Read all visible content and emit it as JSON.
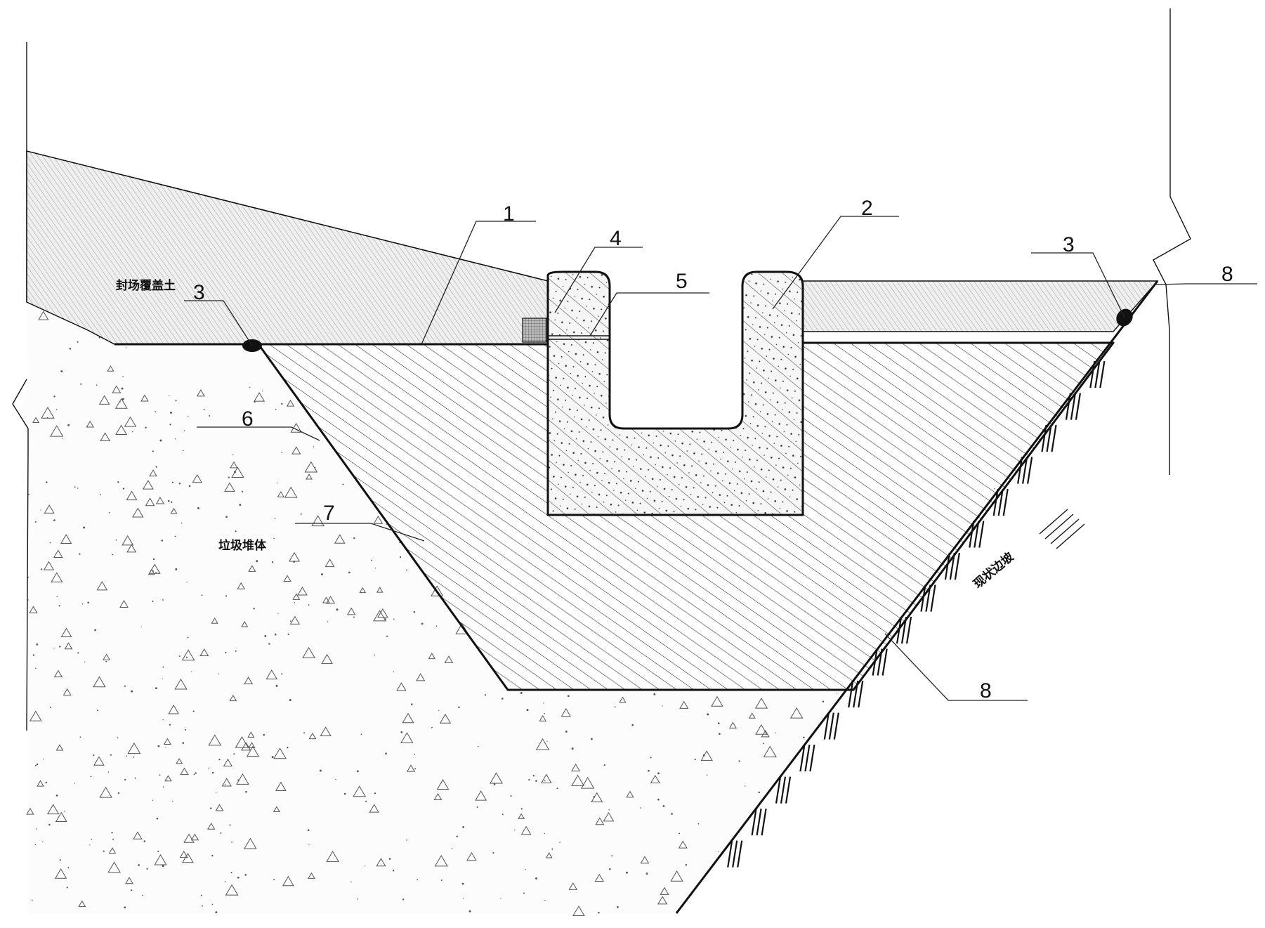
{
  "zones": {
    "cover_soil": "封场覆盖土",
    "waste_body": "垃圾堆体",
    "existing_slope": "现状边坡"
  },
  "callouts": [
    {
      "id": "1",
      "label": "1"
    },
    {
      "id": "2",
      "label": "2"
    },
    {
      "id": "3",
      "label": "3"
    },
    {
      "id": "3b",
      "label": "3"
    },
    {
      "id": "4",
      "label": "4"
    },
    {
      "id": "5",
      "label": "5"
    },
    {
      "id": "6",
      "label": "6"
    },
    {
      "id": "7",
      "label": "7"
    },
    {
      "id": "8",
      "label": "8"
    },
    {
      "id": "8b",
      "label": "8"
    }
  ],
  "colors": {
    "line": "#111111",
    "cover_fill": "#ececec",
    "hatch": "#333333",
    "speckle": "#555555"
  }
}
